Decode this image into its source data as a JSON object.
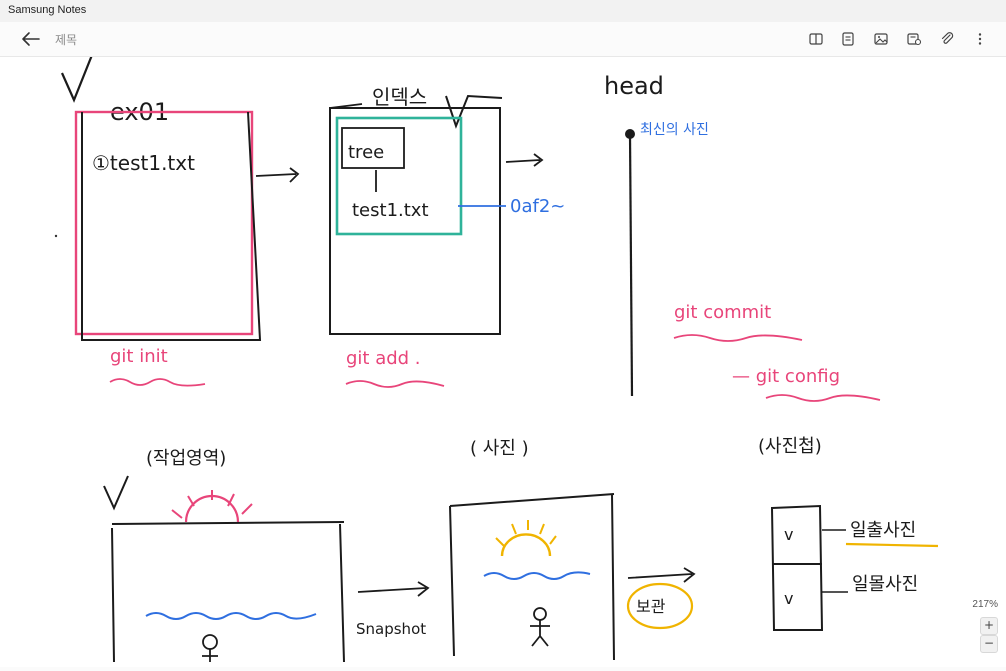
{
  "app": {
    "title": "Samsung Notes"
  },
  "toolbar": {
    "doc_title": "제목",
    "icons": [
      "book-icon",
      "text-icon",
      "image-icon",
      "voice-icon",
      "attach-icon",
      "more-icon"
    ]
  },
  "note": {
    "exo1": "ex01",
    "file1": "①test1.txt",
    "git_init": "git init",
    "index": "인덱스",
    "tree": "tree",
    "file2": "test1.txt",
    "hash": "0af2~",
    "git_add": "git add .",
    "head": "head",
    "recent": "최신의 사진",
    "git_commit": "git commit",
    "git_config": "— git config",
    "work": "(작업영역)",
    "photo": "( 사진 )",
    "album": "(사진첩)",
    "snapshot": "Snapshot",
    "save": "보관",
    "check": "v",
    "sunrise": "일출사진",
    "sunset": "일몰사진"
  },
  "colors": {
    "pink": "#e8457a",
    "blue": "#2f6fe0",
    "teal": "#2fb39a",
    "yellow": "#f0b400",
    "ink": "#1b1b1b"
  },
  "zoom": {
    "level": "217%",
    "plus": "+",
    "minus": "−"
  }
}
